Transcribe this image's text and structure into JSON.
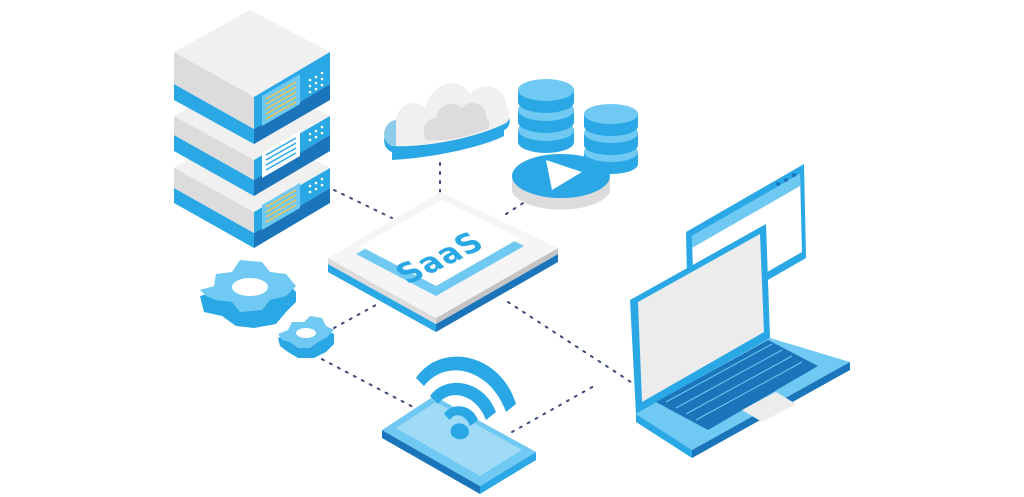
{
  "central_node": {
    "label": "SaaS"
  },
  "colors": {
    "primary_blue": "#2aa8e6",
    "light_blue": "#6fc9f2",
    "pale_blue": "#bfe6f8",
    "dark_blue": "#1b75bb",
    "light_gray": "#f0f0f0",
    "mid_gray": "#dcdcdc",
    "dark_gray": "#c4c4c4",
    "accent_yellow": "#f2c14e",
    "connector": "#3b4a78"
  },
  "nodes": [
    {
      "id": "server-rack",
      "icon": "server-rack-icon"
    },
    {
      "id": "cloud",
      "icon": "cloud-icon"
    },
    {
      "id": "database",
      "icon": "database-stack-icon"
    },
    {
      "id": "media-play",
      "icon": "play-button-icon"
    },
    {
      "id": "gears",
      "icon": "gear-icon"
    },
    {
      "id": "wifi-tablet",
      "icon": "wifi-tablet-icon"
    },
    {
      "id": "laptop",
      "icon": "laptop-icon"
    },
    {
      "id": "browser-window",
      "icon": "browser-window-icon"
    }
  ]
}
